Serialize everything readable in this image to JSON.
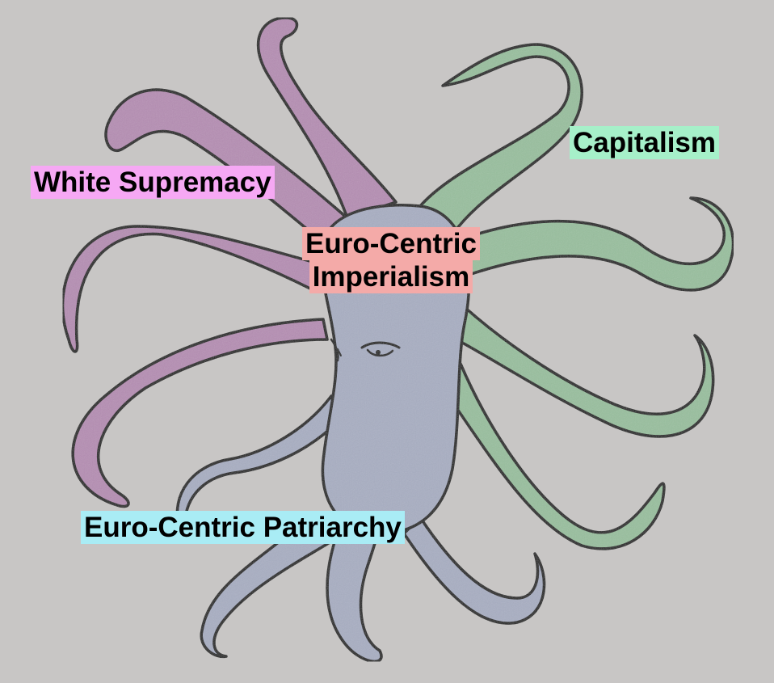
{
  "labels": {
    "white_supremacy": {
      "text": "White Supremacy",
      "bg": "#f6a8f4"
    },
    "capitalism": {
      "text": "Capitalism",
      "bg": "#a6f0c9"
    },
    "imperialism": {
      "line1": "Euro-Centric",
      "line2": "Imperialism",
      "bg": "#f4aaa8"
    },
    "patriarchy": {
      "text": "Euro-Centric Patriarchy",
      "bg": "#a9ecf5"
    }
  },
  "colors": {
    "paper": "#c8c6c5",
    "purple_tentacles": "#b58db3",
    "green_tentacles": "#98bf9e",
    "blue_body": "#a8aec2",
    "outline": "#1a1a1a"
  }
}
